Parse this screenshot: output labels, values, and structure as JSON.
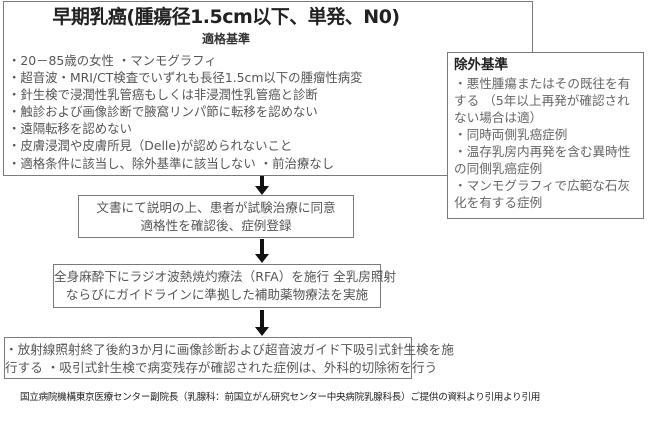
{
  "main": {
    "title": "早期乳癌(腫瘍径1.5cm以下、単発、N0)",
    "subtitle": "適格基準",
    "criteria": [
      "・20－85歳の女性 ・マンモグラフィ",
      "・超音波・MRI/CT検査でいずれも長径1.5cm以下の腫瘤性病変",
      "・針生検で浸潤性乳管癌もしくは非浸潤性乳管癌と診断",
      "・触診および画像診断で腋窩リンパ節に転移を認めない",
      "・遠隔転移を認めない",
      "・皮膚浸潤や皮膚所見（Delle)が認められないこと",
      "・適格条件に該当し、除外基準に該当しない ・前治療なし"
    ]
  },
  "exclusion": {
    "title": "除外基準",
    "items": [
      "・悪性腫瘍またはその既往を有する （5年以上再発が確認されない場合は適）",
      "・同時両側乳癌症例",
      "・温存乳房内再発を含む異時性の同側乳癌症例",
      "・マンモグラフィで広範な石灰化を有する症例"
    ]
  },
  "steps": [
    {
      "line1": "文書にて説明の上、患者が試験治療に同意",
      "line2": "適格性を確認後、症例登録"
    },
    {
      "line1": "全身麻酔下にラジオ波熱焼灼療法（RFA）を施行 全乳房照射",
      "line2": "ならびにガイドラインに準拠した補助薬物療法を実施"
    },
    {
      "line1": "・放射線照射終了後約3か月に画像診断および超音波ガイド下吸引式針生検を施",
      "line2": "行する ・吸引式針生検で病変残存が確認された症例は、外科的切除術を行う"
    }
  ],
  "footer": "国立病院機構東京医療センター副院長（乳腺科：前国立がん研究センター中央病院乳腺科長）ご提供の資料より引用より引用"
}
